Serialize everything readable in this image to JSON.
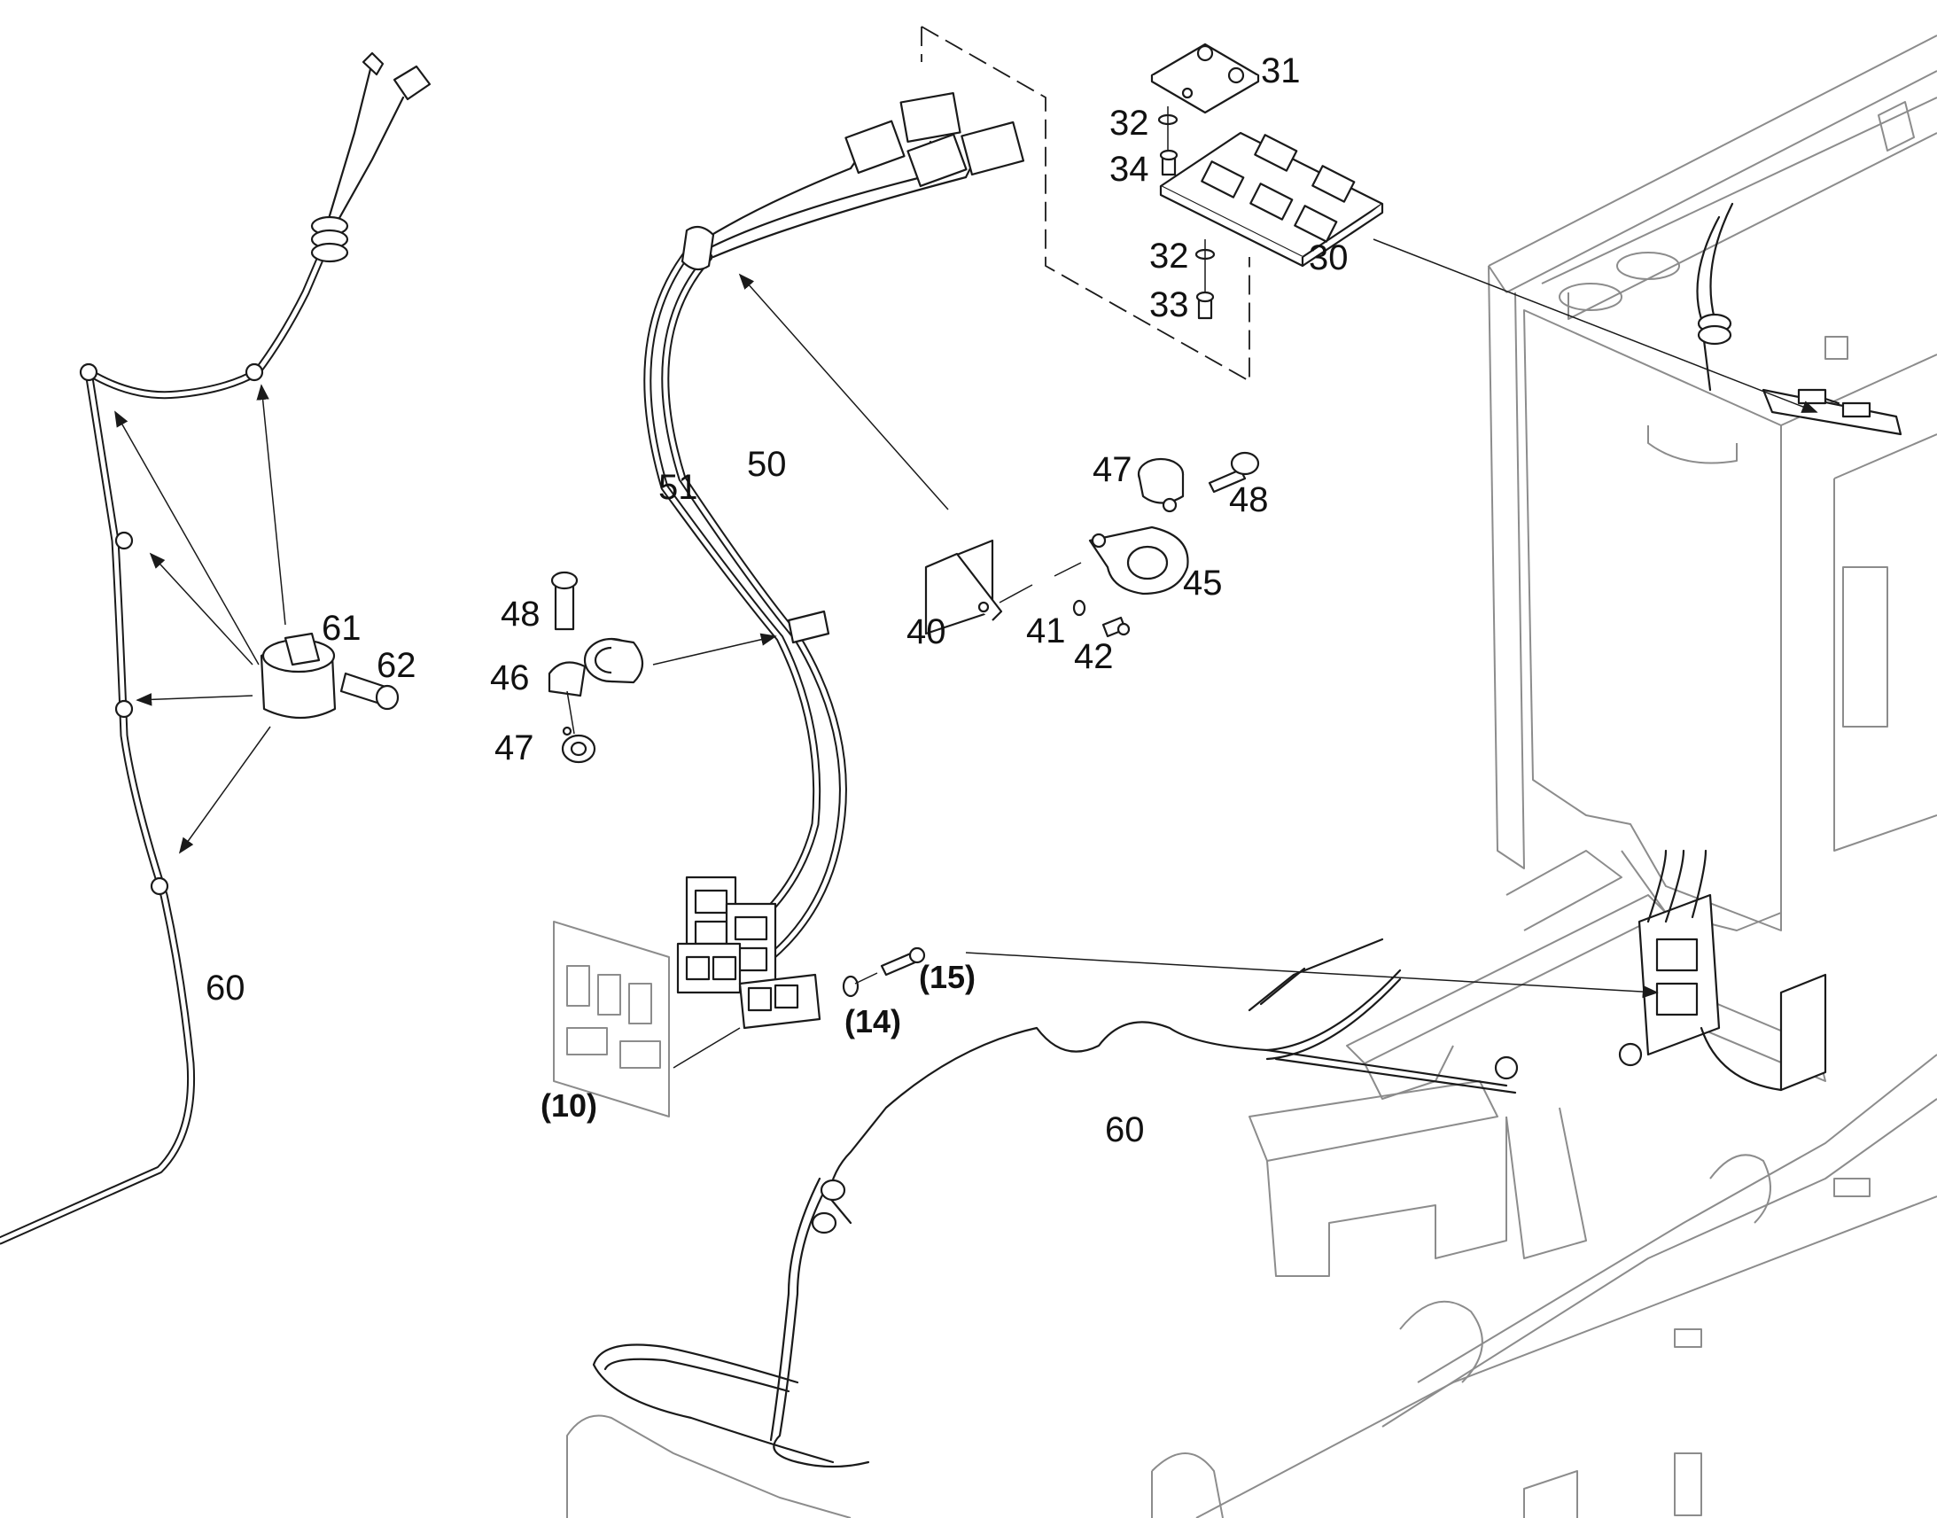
{
  "callouts": {
    "p30": "30",
    "p31": "31",
    "p32a": "32",
    "p32b": "32",
    "p33": "33",
    "p34": "34",
    "p40": "40",
    "p41": "41",
    "p42": "42",
    "p45": "45",
    "p46": "46",
    "p47a": "47",
    "p47b": "47",
    "p48a": "48",
    "p48b": "48",
    "p50": "50",
    "p51": "51",
    "p60a": "60",
    "p60b": "60",
    "p61": "61",
    "p62": "62",
    "p10": "(10)",
    "p14": "(14)",
    "p15": "(15)"
  },
  "colors": {
    "line": "#1a1a1a",
    "frame": "#8c8c8c",
    "background": "#ffffff"
  }
}
